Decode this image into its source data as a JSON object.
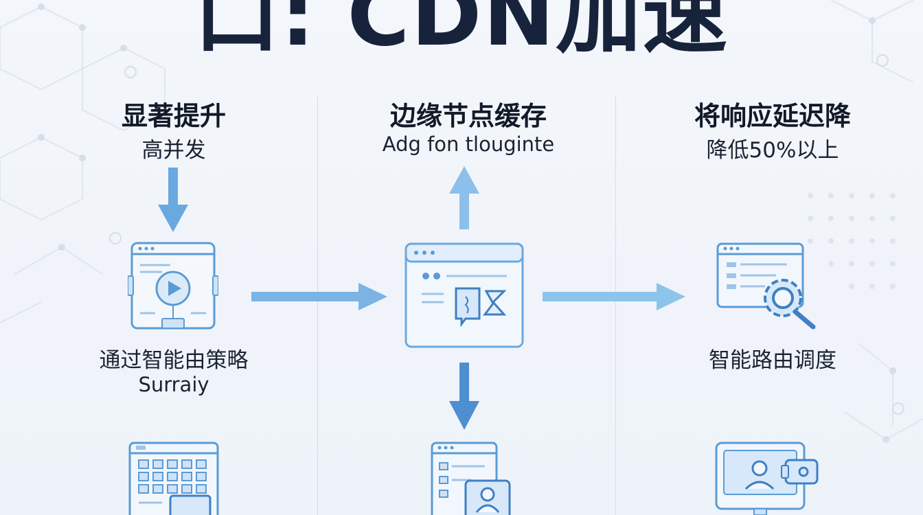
{
  "title": "口: CDN加速",
  "columns": [
    {
      "heading": "显著提升",
      "subheading": "高并发",
      "caption": "通过智能由策略",
      "caption_sub": "Surraiy"
    },
    {
      "heading": "边缘节点缓存",
      "subheading": "Adg fon tlouginte"
    },
    {
      "heading": "将响应延迟降",
      "subheading": "降低50%以上",
      "caption": "智能路由调度"
    }
  ],
  "icons": {
    "left_top": "video-window-icon",
    "center": "browser-document-icon",
    "right_top": "settings-search-icon",
    "left_bottom": "grid-window-icon",
    "center_bottom": "user-profile-window-icon",
    "right_bottom": "monitor-user-icon"
  },
  "colors": {
    "accent": "#5b9bd5",
    "accent_dark": "#3f7fc4",
    "icon_fill": "#e3eefb",
    "text": "#121a28"
  }
}
